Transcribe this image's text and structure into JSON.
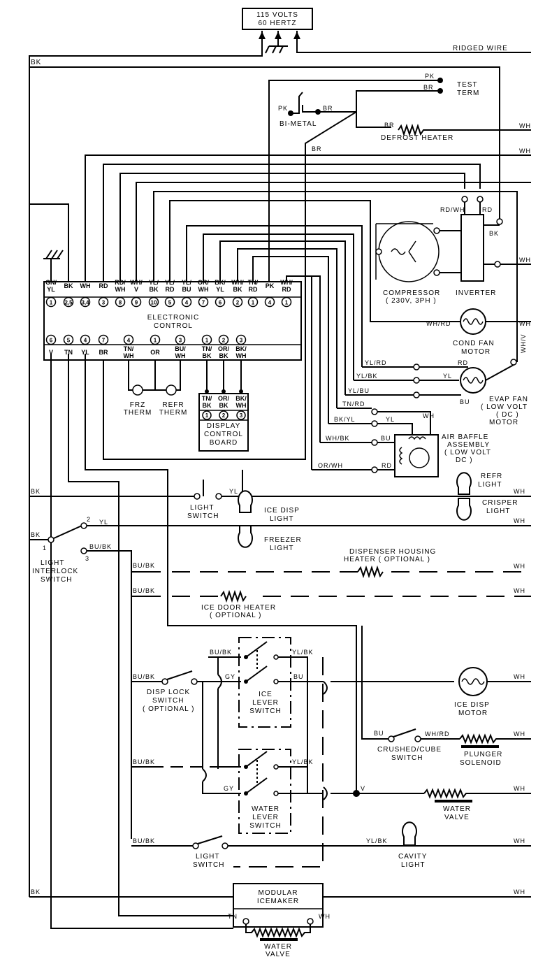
{
  "supply": {
    "line1": "115 VOLTS",
    "line2": "60 HERTZ"
  },
  "ridged_wire": "RIDGED WIRE",
  "test_term": {
    "pk": "PK",
    "br": "BR",
    "line1": "TEST",
    "line2": "TERM"
  },
  "bimetal": {
    "label": "BI-METAL",
    "pk": "PK",
    "br": "BR",
    "br2": "BR"
  },
  "defrost_heater": {
    "label": "DEFROST HEATER",
    "br": "BR",
    "wh": "WH"
  },
  "compressor": {
    "line1": "COMPRESSOR",
    "line2": "( 230V, 3PH )"
  },
  "inverter": {
    "label": "INVERTER",
    "rdwh": "RD/WH",
    "rd": "RD",
    "bk": "BK",
    "wh": "WH"
  },
  "control": {
    "title1": "ELECTRONIC",
    "title2": "CONTROL",
    "top_wires": [
      "GN/YL",
      "BK",
      "WH",
      "RD",
      "RD/WH",
      "WH/V",
      "YL/BK",
      "YL/RD",
      "YL/BU",
      "OR/WH",
      "BK/YL",
      "WH/BK",
      "TN/RD",
      "PK",
      "WH/RD"
    ],
    "top_pins": [
      "1",
      "2,5",
      "3,4",
      "3",
      "8",
      "9",
      "10",
      "5",
      "4",
      "7",
      "6",
      "2",
      "1",
      "4",
      "1"
    ],
    "bottom_pins": [
      "6",
      "5",
      "4",
      "7",
      "4",
      "1",
      "3",
      "1",
      "2",
      "3"
    ],
    "bottom_wires": [
      "V",
      "TN",
      "YL",
      "BR",
      "TN/WH",
      "OR",
      "BU/WH",
      "TN/BK",
      "OR/BK",
      "BK/WH"
    ]
  },
  "therm": {
    "frz1": "FRZ",
    "frz2": "THERM",
    "refr1": "REFR",
    "refr2": "THERM"
  },
  "display_board": {
    "wires": [
      "TN/BK",
      "OR/BK",
      "BK/WH"
    ],
    "pins": [
      "1",
      "2",
      "3"
    ],
    "line1": "DISPLAY",
    "line2": "CONTROL",
    "line3": "BOARD"
  },
  "cond_fan": {
    "wire": "WH/RD",
    "wh": "WH",
    "line1": "COND FAN",
    "line2": "MOTOR",
    "whv": "WH/V"
  },
  "evap_fan": {
    "yl_rd": "YL/RD",
    "rd": "RD",
    "yl_bk": "YL/BK",
    "yl": "YL",
    "yl_bu": "YL/BU",
    "bu": "BU",
    "line1": "EVAP FAN",
    "line2": "( LOW VOLT",
    "line3": "( DC )",
    "line4": "MOTOR"
  },
  "air_baffle": {
    "tn_rd": "TN/RD",
    "bk_yl": "BK/YL",
    "yl": "YL",
    "wh": "WH",
    "wh_bk": "WH/BK",
    "bu": "BU",
    "or_wh": "OR/WH",
    "rd": "RD",
    "line1": "AIR BAFFLE",
    "line2": "ASSEMBLY",
    "line3": "( LOW VOLT",
    "line4": "DC )"
  },
  "lights": {
    "refr1": "REFR",
    "refr2": "LIGHT",
    "crisper1": "CRISPER",
    "crisper2": "LIGHT",
    "ice1": "ICE DISP",
    "ice2": "LIGHT",
    "frz1": "FREEZER",
    "frz2": "LIGHT",
    "switch1": "LIGHT",
    "switch2": "SWITCH",
    "yl": "YL"
  },
  "interlock": {
    "line1": "LIGHT",
    "line2": "INTERLOCK",
    "line3": "SWITCH",
    "p1": "1",
    "p2": "2",
    "p3": "3",
    "yl": "YL",
    "bubk": "BU/BK",
    "bk": "BK"
  },
  "heaters": {
    "dispenser1": "DISPENSER HOUSING",
    "dispenser2": "HEATER ( OPTIONAL )",
    "icedoor1": "ICE DOOR HEATER",
    "icedoor2": "( OPTIONAL )",
    "bubk": "BU/BK",
    "wh": "WH"
  },
  "ice_lever": {
    "line1": "ICE",
    "line2": "LEVER",
    "line3": "SWITCH",
    "bubk": "BU/BK",
    "ylbk": "YL/BK",
    "gy": "GY",
    "bu": "BU"
  },
  "disp_lock": {
    "line1": "DISP LOCK",
    "line2": "SWITCH",
    "line3": "( OPTIONAL )",
    "bubk": "BU/BK"
  },
  "ice_motor": {
    "line1": "ICE DISP",
    "line2": "MOTOR",
    "wh": "WH"
  },
  "crushed": {
    "line1": "CRUSHED/CUBE",
    "line2": "SWITCH",
    "bu": "BU",
    "whrd": "WH/RD"
  },
  "plunger": {
    "line1": "PLUNGER",
    "line2": "SOLENOID",
    "wh": "WH"
  },
  "water_lever": {
    "line1": "WATER",
    "line2": "LEVER",
    "line3": "SWITCH",
    "bubk": "BU/BK",
    "ylbk": "YL/BK",
    "gy": "GY",
    "v": "V"
  },
  "water_valve": {
    "line1": "WATER",
    "line2": "VALVE",
    "wh": "WH"
  },
  "light_switch2": {
    "line1": "LIGHT",
    "line2": "SWITCH",
    "bubk": "BU/BK"
  },
  "cavity": {
    "line1": "CAVITY",
    "line2": "LIGHT",
    "ylbk": "YL/BK",
    "wh": "WH"
  },
  "icemaker": {
    "line1": "MODULAR",
    "line2": "ICEMAKER",
    "tn": "TN",
    "wh": "WH",
    "bk": "BK",
    "wh2": "WH"
  },
  "valve2": {
    "line1": "WATER",
    "line2": "VALVE"
  },
  "misc": {
    "bk": "BK",
    "bk2": "BK",
    "wh": "WH"
  }
}
